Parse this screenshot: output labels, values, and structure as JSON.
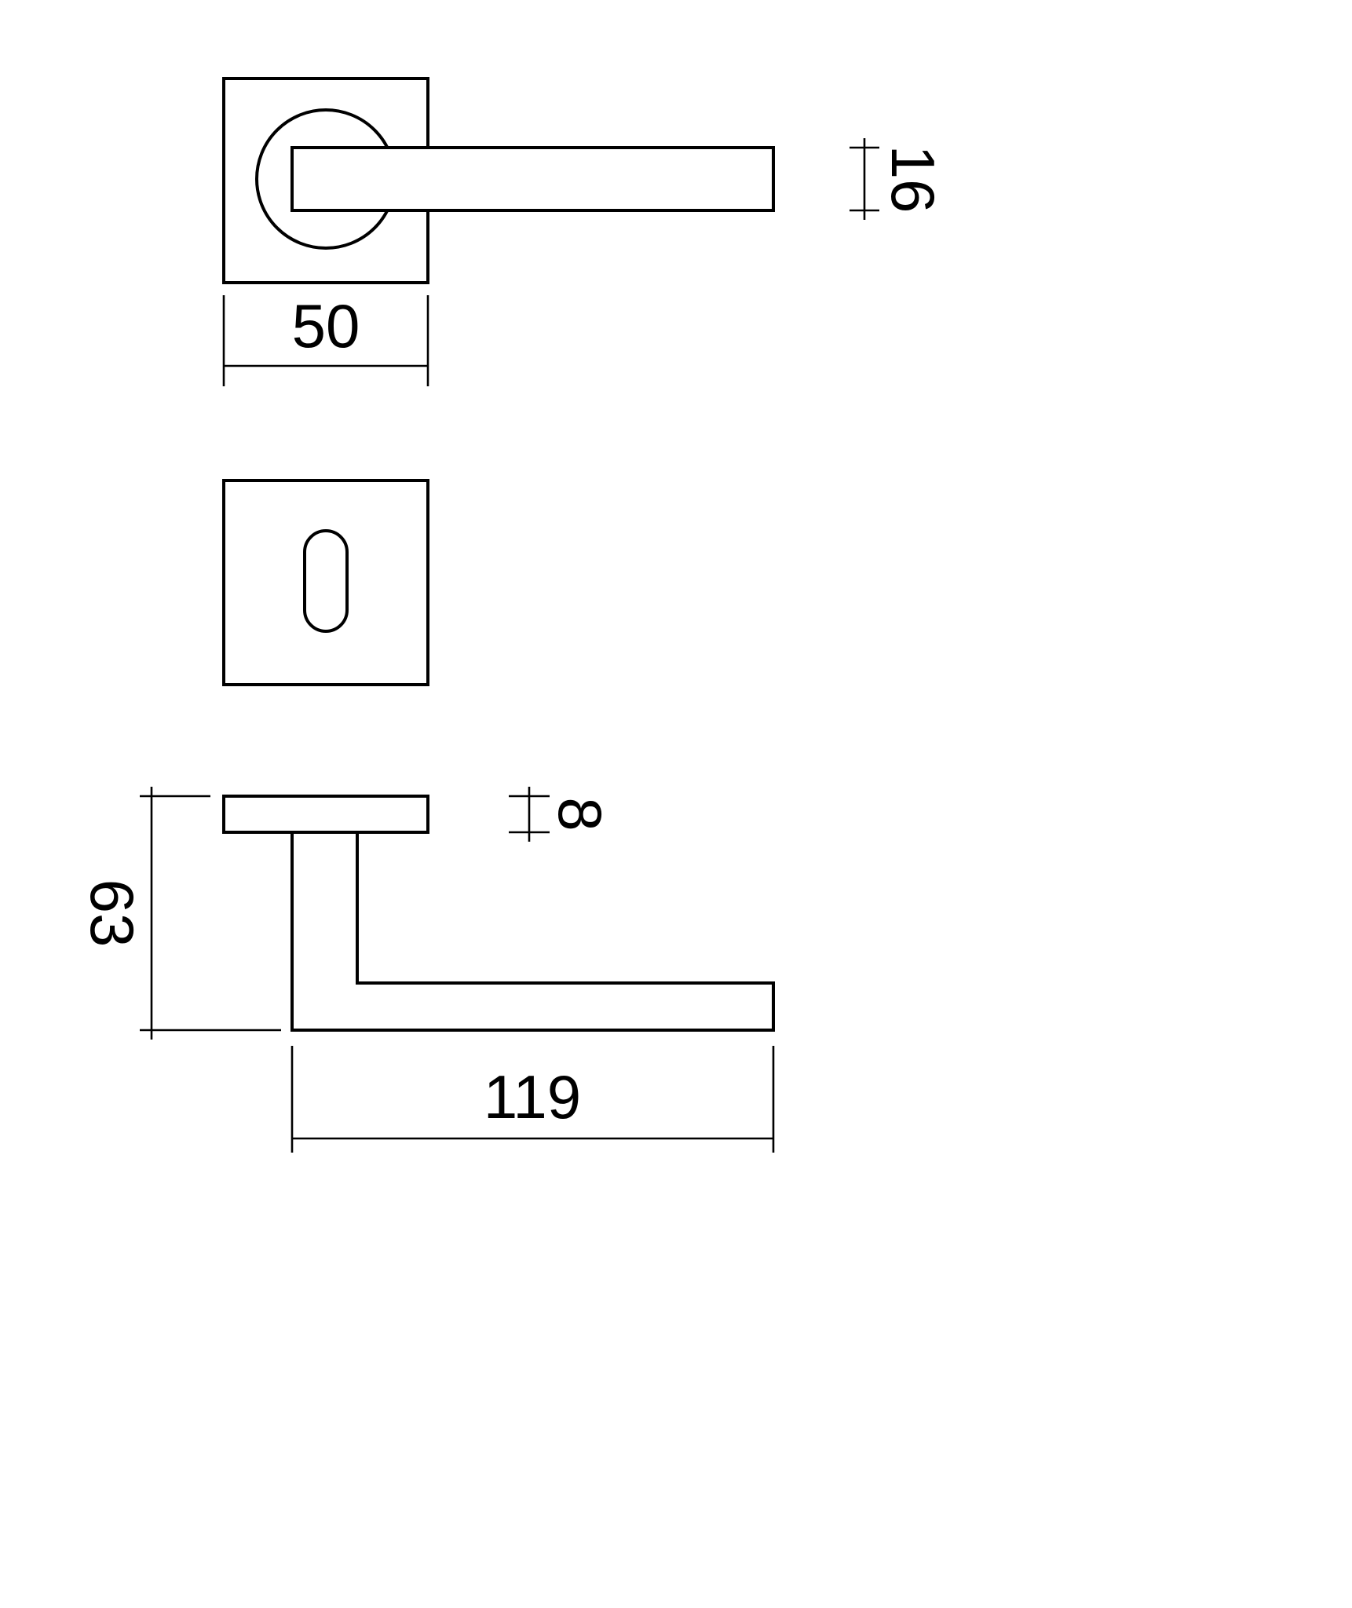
{
  "drawing": {
    "type": "technical-dimension-drawing",
    "subject": "lever-door-handle-on-square-rose-with-escutcheon",
    "colors": {
      "stroke": "#000000",
      "background": "#ffffff"
    },
    "dimensions": {
      "rose_width": "50",
      "lever_thickness": "16",
      "handle_height": "63",
      "rose_thickness": "8",
      "lever_length": "119"
    }
  }
}
